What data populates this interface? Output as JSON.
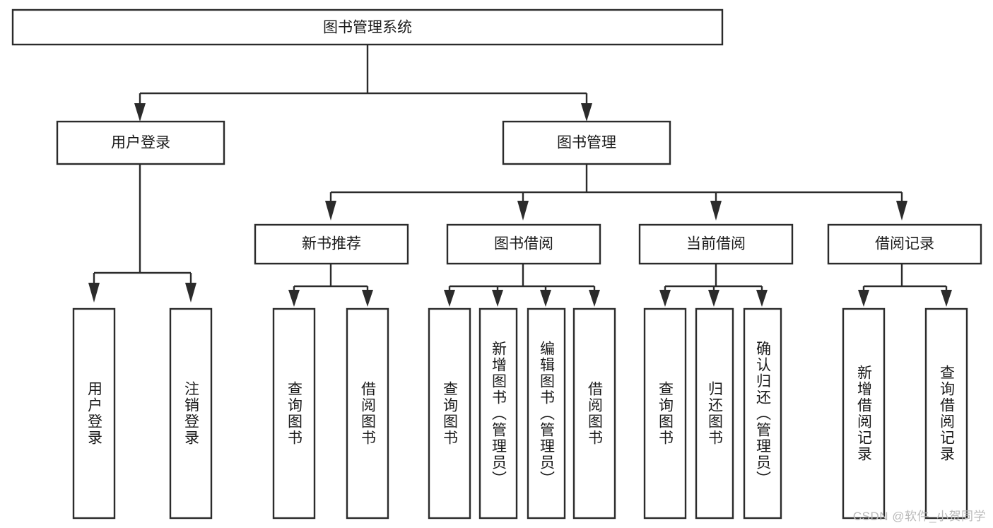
{
  "diagram": {
    "title": "图书管理系统",
    "type": "tree-hierarchy-diagram",
    "orientation": "top-down",
    "colors": {
      "node_fill": "#ffffff",
      "node_stroke": "#2b2b2b",
      "text": "#1a1a1a",
      "watermark": "#b9b9b9",
      "background": "#ffffff"
    },
    "root": {
      "id": "root",
      "label": "图书管理系统",
      "text_direction": "horizontal"
    },
    "level1": [
      {
        "id": "user-login",
        "label": "用户登录",
        "text_direction": "horizontal"
      },
      {
        "id": "book-manage",
        "label": "图书管理",
        "text_direction": "horizontal"
      }
    ],
    "level2": [
      {
        "id": "new-book-recommend",
        "label": "新书推荐",
        "parent": "book-manage",
        "text_direction": "horizontal"
      },
      {
        "id": "book-borrow",
        "label": "图书借阅",
        "parent": "book-manage",
        "text_direction": "horizontal"
      },
      {
        "id": "current-borrow",
        "label": "当前借阅",
        "parent": "book-manage",
        "text_direction": "horizontal"
      },
      {
        "id": "borrow-record",
        "label": "借阅记录",
        "parent": "book-manage",
        "text_direction": "horizontal"
      }
    ],
    "leaves": [
      {
        "id": "leaf-user-login",
        "label": "用户登录",
        "parent": "user-login",
        "text_direction": "vertical"
      },
      {
        "id": "leaf-user-logout",
        "label": "注销登录",
        "parent": "user-login",
        "text_direction": "vertical"
      },
      {
        "id": "leaf-query-book-1",
        "label": "查询图书",
        "parent": "new-book-recommend",
        "text_direction": "vertical"
      },
      {
        "id": "leaf-borrow-book-1",
        "label": "借阅图书",
        "parent": "new-book-recommend",
        "text_direction": "vertical"
      },
      {
        "id": "leaf-query-book-2",
        "label": "查询图书",
        "parent": "book-borrow",
        "text_direction": "vertical"
      },
      {
        "id": "leaf-add-book",
        "label": "新增图书（管理员）",
        "parent": "book-borrow",
        "text_direction": "vertical"
      },
      {
        "id": "leaf-edit-book",
        "label": "编辑图书（管理员）",
        "parent": "book-borrow",
        "text_direction": "vertical"
      },
      {
        "id": "leaf-borrow-book-2",
        "label": "借阅图书",
        "parent": "book-borrow",
        "text_direction": "vertical"
      },
      {
        "id": "leaf-query-book-3",
        "label": "查询图书",
        "parent": "current-borrow",
        "text_direction": "vertical"
      },
      {
        "id": "leaf-return-book",
        "label": "归还图书",
        "parent": "current-borrow",
        "text_direction": "vertical"
      },
      {
        "id": "leaf-confirm-return",
        "label": "确认归还（管理员）",
        "parent": "current-borrow",
        "text_direction": "vertical"
      },
      {
        "id": "leaf-add-record",
        "label": "新增借阅记录",
        "parent": "borrow-record",
        "text_direction": "vertical"
      },
      {
        "id": "leaf-query-record",
        "label": "查询借阅记录",
        "parent": "borrow-record",
        "text_direction": "vertical"
      }
    ]
  },
  "watermark": {
    "text": "CSDN @软件_小贺同学"
  }
}
